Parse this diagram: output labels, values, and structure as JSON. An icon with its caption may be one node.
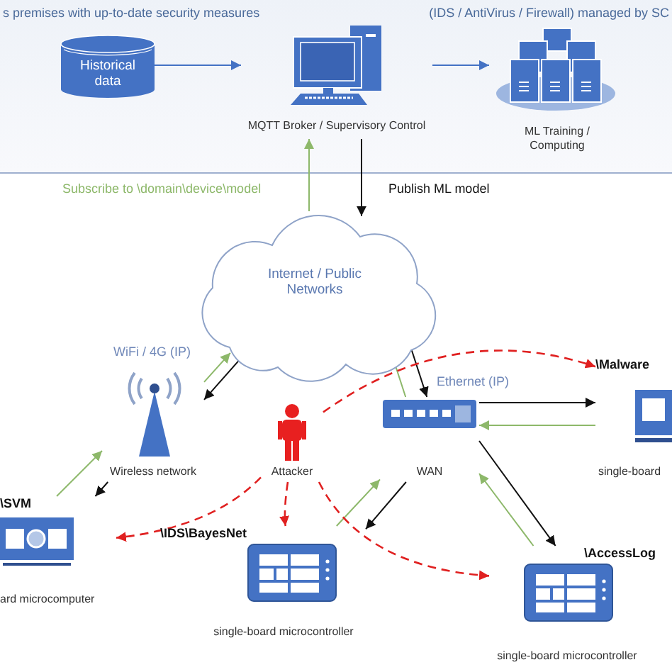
{
  "diagram": {
    "nodes": [
      {
        "text": [
          "Historical data"
        ]
      },
      {
        "text": [
          "MQTT Broker / Supervisory Control"
        ]
      },
      {
        "text": [
          "ML Training / Computing"
        ]
      },
      {
        "text": [
          "Internet / Public Networks"
        ]
      },
      {
        "text": [
          "Wireless network"
        ]
      },
      {
        "text": [
          "WAN"
        ]
      },
      {
        "text": [
          "Attacker"
        ]
      },
      {
        "text": [
          "\\SVM",
          "ard microcomputer"
        ]
      },
      {
        "text": [
          "\\IDS\\BayesNet",
          "single-board microcontroller"
        ]
      },
      {
        "text": [
          "\\AccessLog",
          "single-board microcontroller"
        ]
      },
      {
        "text": [
          "\\Malware",
          "single-board"
        ]
      }
    ],
    "edges": [
      {
        "from": 0,
        "to": 1,
        "arrow": "to",
        "color": "#4472c4"
      },
      {
        "from": 1,
        "to": 2,
        "arrow": "to",
        "color": "#4472c4"
      },
      {
        "from": 1,
        "to": 3,
        "arrow": "to",
        "label": "Publish ML model"
      },
      {
        "from": 3,
        "to": 1,
        "arrow": "to",
        "label": "Subscribe to \\domain\\device\\model",
        "color": "#8db86a"
      },
      {
        "from": 3,
        "to": 4,
        "arrow": "to"
      },
      {
        "from": 4,
        "to": 3,
        "arrow": "to",
        "color": "#8db86a"
      },
      {
        "from": 3,
        "to": 5,
        "arrow": "to"
      },
      {
        "from": 5,
        "to": 3,
        "arrow": "to",
        "color": "#8db86a"
      },
      {
        "from": 4,
        "to": 7,
        "arrow": "to"
      },
      {
        "from": 7,
        "to": 4,
        "arrow": "to",
        "color": "#8db86a"
      },
      {
        "from": 5,
        "to": 8,
        "arrow": "to"
      },
      {
        "from": 8,
        "to": 5,
        "arrow": "to",
        "color": "#8db86a"
      },
      {
        "from": 5,
        "to": 9,
        "arrow": "to"
      },
      {
        "from": 9,
        "to": 5,
        "arrow": "to",
        "color": "#8db86a"
      },
      {
        "from": 5,
        "to": 10,
        "arrow": "to"
      },
      {
        "from": 10,
        "to": 5,
        "arrow": "to",
        "color": "#8db86a"
      },
      {
        "from": 6,
        "to": 7,
        "arrow": "to",
        "style": "dashed",
        "color": "#e02020"
      },
      {
        "from": 6,
        "to": 8,
        "arrow": "to",
        "style": "dashed",
        "color": "#e02020"
      },
      {
        "from": 6,
        "to": 10,
        "arrow": "to",
        "style": "dashed",
        "color": "#e02020"
      },
      {
        "from": 6,
        "to": 9,
        "arrow": "to",
        "style": "dashed",
        "color": "#e02020"
      }
    ],
    "labels": [
      "s premises with up-to-date security measures",
      "(IDS / AntiVirus / Firewall) managed by SC",
      "WiFi / 4G (IP)",
      "Ethernet (IP)"
    ]
  }
}
